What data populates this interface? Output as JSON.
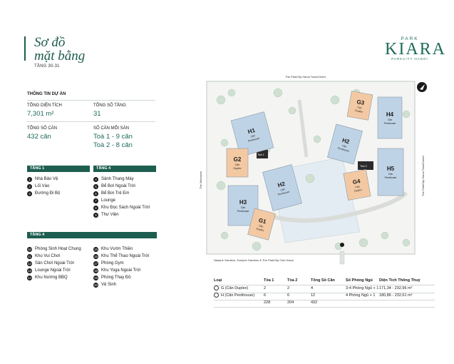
{
  "title": {
    "line1": "Sơ đồ",
    "line2": "mặt bằng",
    "floor": "TẦNG 30-31"
  },
  "logo": {
    "top": "PARK",
    "main": "KIARA",
    "tag": "PARKCITY HANOI"
  },
  "project": {
    "heading": "THÔNG TIN DỰ ÁN",
    "area_label": "TỔNG DIỆN TÍCH",
    "area_value": "7,301 m²",
    "floors_label": "TỔNG SỐ TẦNG",
    "floors_value": "31",
    "units_label": "TỔNG SỐ CĂN",
    "units_value": "432 căn",
    "per_floor_label": "SỐ CĂN MỖI SÀN",
    "per_floor_line1": "Toà 1 - 9 căn",
    "per_floor_line2": "Toà 2 - 8 căn"
  },
  "legend_left_title": "TẦNG 1",
  "legend_left": [
    {
      "n": "1",
      "label": "Nhà Bảo Vệ"
    },
    {
      "n": "2",
      "label": "Lối Vào"
    },
    {
      "n": "3",
      "label": "Đường Đi Bộ"
    }
  ],
  "legend_right_title": "TẦNG 4",
  "legend_right": [
    {
      "n": "4",
      "label": "Sảnh Thang Máy"
    },
    {
      "n": "5",
      "label": "Bể Bơi Ngoài Trời"
    },
    {
      "n": "6",
      "label": "Bể Bơi Trẻ Em"
    },
    {
      "n": "7",
      "label": "Lounge"
    },
    {
      "n": "8",
      "label": "Khu Đọc Sách Ngoài Trời"
    },
    {
      "n": "9",
      "label": "Thư Viện"
    }
  ],
  "legend_bottom_title": "TẦNG 4",
  "legend_bottom_left": [
    {
      "n": "10",
      "label": "Phòng Sinh Hoạt Chung"
    },
    {
      "n": "11",
      "label": "Khu Vui Chơi"
    },
    {
      "n": "12",
      "label": "Sân Chơi Ngoài Trời"
    },
    {
      "n": "13",
      "label": "Lounge Ngoài Trời"
    },
    {
      "n": "14",
      "label": "Khu Nướng BBQ"
    }
  ],
  "legend_bottom_right": [
    {
      "n": "15",
      "label": "Khu Vườn Thiền"
    },
    {
      "n": "16",
      "label": "Khu Thể Thao Ngoài Trời"
    },
    {
      "n": "17",
      "label": "Phòng Gym"
    },
    {
      "n": "18",
      "label": "Khu Yoga Ngoài Trời"
    },
    {
      "n": "19",
      "label": "Phòng Thay Đồ"
    },
    {
      "n": "20",
      "label": "Vệ Sinh"
    }
  ],
  "map": {
    "top_road": "The ParkCity Hanoi TownCenter",
    "left_road": "The Mansions",
    "right_road": "The ParkCity Hanoi TownCenter",
    "bottom_road": "Nadyne Gardens, Evelyne Gardens & The ParkCity Club Hanoi",
    "tower1": "Toà 1",
    "tower2": "Toà 2",
    "unit_sub": "Căn",
    "duplex": "Duplex",
    "penthouse": "Penthouse",
    "colors": {
      "duplex": "#f3c9a3",
      "penthouse": "#bfd3e6",
      "green": "#1d5e50"
    },
    "buildings": [
      {
        "name": "H1",
        "type": "penthouse"
      },
      {
        "name": "G2",
        "type": "duplex"
      },
      {
        "name": "H2",
        "type": "penthouse"
      },
      {
        "name": "H3",
        "type": "penthouse"
      },
      {
        "name": "G1",
        "type": "duplex"
      },
      {
        "name": "G3",
        "type": "duplex"
      },
      {
        "name": "H2",
        "type": "penthouse"
      },
      {
        "name": "H4",
        "type": "penthouse"
      },
      {
        "name": "H5",
        "type": "penthouse"
      },
      {
        "name": "G4",
        "type": "duplex"
      }
    ]
  },
  "table": {
    "headers": [
      "Loại",
      "Tòa 1",
      "Tòa 2",
      "Tổng Số Căn",
      "Số Phòng Ngủ",
      "Diện Tích Thông Thuỷ"
    ],
    "rows": [
      [
        "G (Căn Duplex)",
        "2",
        "2",
        "4",
        "3-4 Phòng Ngủ + 1",
        "171,34 - 232,96 m²"
      ],
      [
        "H (Căn Penthouse)",
        "6",
        "6",
        "12",
        "4 Phòng Ngủ + 1",
        "180,86 - 232,61 m²"
      ],
      [
        "",
        "228",
        "204",
        "432",
        "",
        ""
      ]
    ]
  }
}
